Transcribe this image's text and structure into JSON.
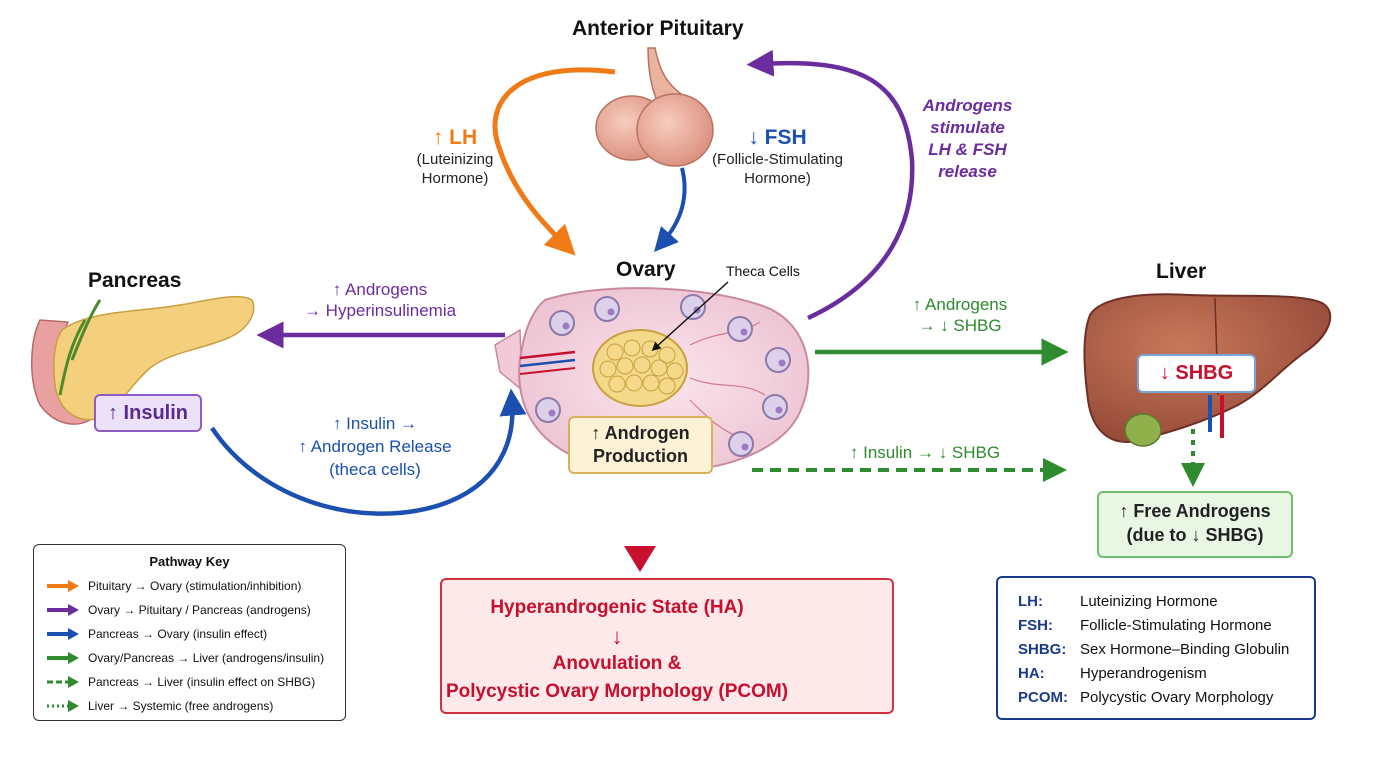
{
  "titles": {
    "pituitary": "Anterior Pituitary",
    "ovary": "Ovary",
    "pancreas": "Pancreas",
    "liver": "Liver",
    "theca": "Theca Cells"
  },
  "lh": {
    "head": "↑ LH",
    "sub1": "(Luteinizing",
    "sub2": "Hormone)"
  },
  "fsh": {
    "head": "↓ FSH",
    "sub1": "(Follicle-Stimulating",
    "sub2": "Hormone)"
  },
  "feedback": {
    "l1": "Androgens",
    "l2": "stimulate",
    "l3": "LH & FSH",
    "l4": "release"
  },
  "ovary_to_pancreas": {
    "l1": "↑ Androgens",
    "l2": "→ Hyperinsulinemia"
  },
  "pancreas_to_ovary": {
    "l1": "↑ Insulin →",
    "l2": "↑ Androgen Release",
    "l3": "(theca cells)"
  },
  "ovary_to_liver": {
    "l1": "↑ Androgens",
    "l2": "→ ↓ SHBG"
  },
  "insulin_to_liver": "↑ Insulin → ↓ SHBG",
  "boxes": {
    "insulin": "↑ Insulin",
    "androgen_l1": "↑ Androgen",
    "androgen_l2": "Production",
    "shbg": "↓ SHBG",
    "free_l1": "↑ Free Androgens",
    "free_l2": "(due to ↓ SHBG)"
  },
  "outcome": {
    "l1": "Hyperandrogenic State (HA)",
    "arrow": "↓",
    "l2": "Anovulation &",
    "l3": "Polycystic Ovary Morphology (PCOM)"
  },
  "key": {
    "title": "Pathway Key",
    "rows": [
      "Pituitary → Ovary (stimulation/inhibition)",
      "Ovary → Pituitary / Pancreas (androgens)",
      "Pancreas → Ovary (insulin effect)",
      "Ovary/Pancreas → Liver (androgens/insulin)",
      "Pancreas → Liver (insulin effect on SHBG)",
      "Liver → Systemic (free androgens)"
    ]
  },
  "abbreviations": [
    {
      "k": "LH:",
      "v": "Luteinizing Hormone"
    },
    {
      "k": "FSH:",
      "v": "Follicle-Stimulating Hormone"
    },
    {
      "k": "SHBG:",
      "v": "Sex Hormone–Binding Globulin"
    },
    {
      "k": "HA:",
      "v": "Hyperandrogenism"
    },
    {
      "k": "PCOM:",
      "v": "Polycystic Ovary Morphology"
    }
  ],
  "colors": {
    "pituitary_ovary": "#f07a16",
    "androgens": "#6b2d9e",
    "insulin": "#1b4fb0",
    "liver": "#2e8b2e",
    "outcome": "#c8102e"
  }
}
